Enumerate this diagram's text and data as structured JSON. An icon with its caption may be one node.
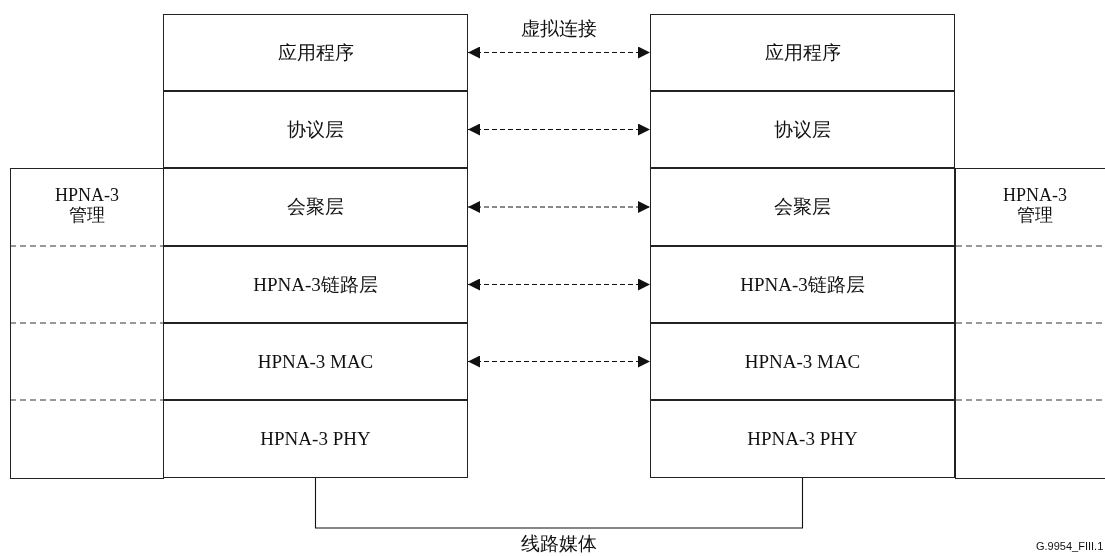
{
  "diagram": {
    "nodes": [
      {
        "text": [
          "应用程序"
        ]
      },
      {
        "text": [
          "协议层"
        ]
      },
      {
        "text": [
          "会聚层"
        ]
      },
      {
        "text": [
          "HPNA-3链路层"
        ]
      },
      {
        "text": [
          "HPNA-3 MAC"
        ]
      },
      {
        "text": [
          "HPNA-3 PHY"
        ]
      },
      {
        "text": [
          "应用程序"
        ]
      },
      {
        "text": [
          "协议层"
        ]
      },
      {
        "text": [
          "会聚层"
        ]
      },
      {
        "text": [
          "HPNA-3链路层"
        ]
      },
      {
        "text": [
          "HPNA-3 MAC"
        ]
      },
      {
        "text": [
          "HPNA-3 PHY"
        ]
      },
      {
        "text": [
          "HPNA-3 管理"
        ]
      },
      {
        "text": [
          "HPNA-3 管理"
        ]
      }
    ],
    "edges": [
      {
        "from": 0,
        "to": 6,
        "arrow": "both",
        "style": "dashed",
        "label": "虚拟连接"
      },
      {
        "from": 1,
        "to": 7,
        "arrow": "both",
        "style": "dashed"
      },
      {
        "from": 2,
        "to": 8,
        "arrow": "both",
        "style": "dashed"
      },
      {
        "from": 3,
        "to": 9,
        "arrow": "both",
        "style": "dashed"
      },
      {
        "from": 4,
        "to": 10,
        "arrow": "both",
        "style": "dashed"
      },
      {
        "from": 5,
        "to": 11,
        "arrow": "none",
        "label": "线路媒体"
      }
    ],
    "labels": [
      "G.9954_FIII.1"
    ]
  }
}
